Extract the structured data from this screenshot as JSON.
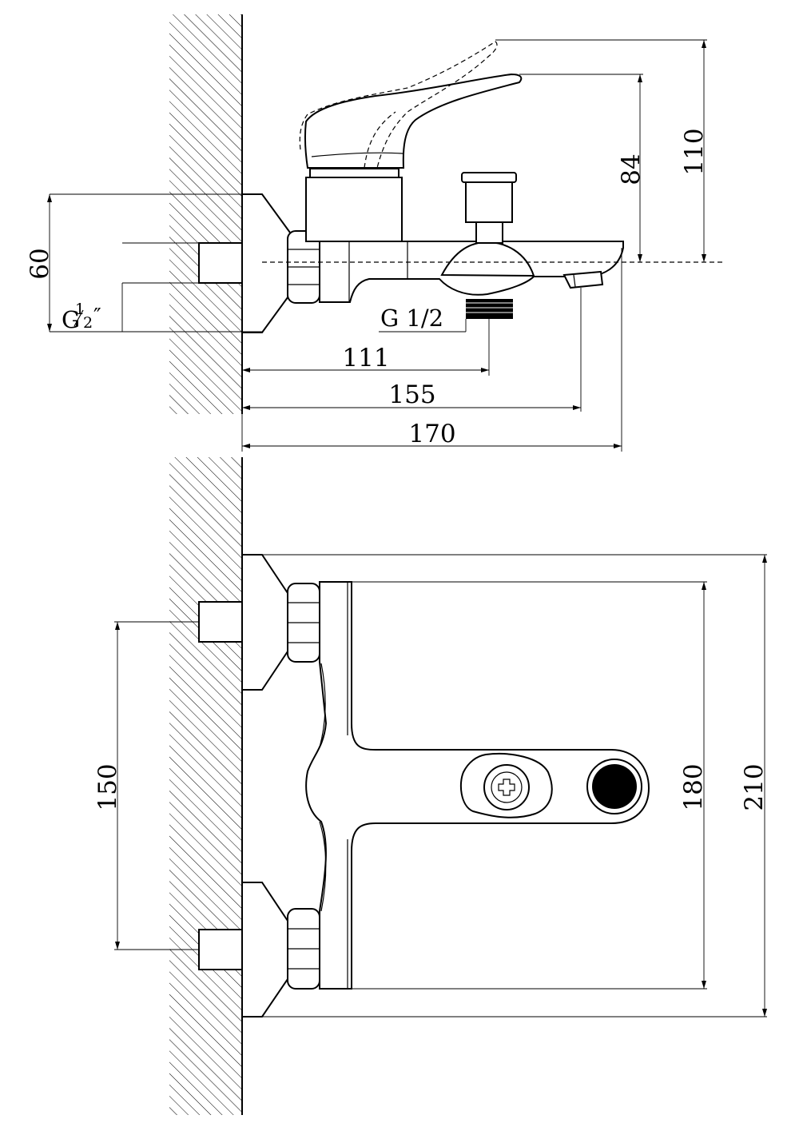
{
  "drawing": {
    "side_view": {
      "labels": {
        "inlet_thread": "G",
        "inlet_thread_frac_num": "1",
        "inlet_thread_frac_den": "2",
        "inlet_thread_quote": "″",
        "outlet_thread": "G 1/2"
      },
      "dimensions": {
        "eccentric_height": "60",
        "outlet_offset": "111",
        "spout_reach": "155",
        "overall_depth": "170",
        "handle_height": "84",
        "handle_max_height": "110"
      }
    },
    "top_view": {
      "dimensions": {
        "inlet_spacing": "150",
        "body_width": "180",
        "overall_width": "210"
      }
    }
  }
}
